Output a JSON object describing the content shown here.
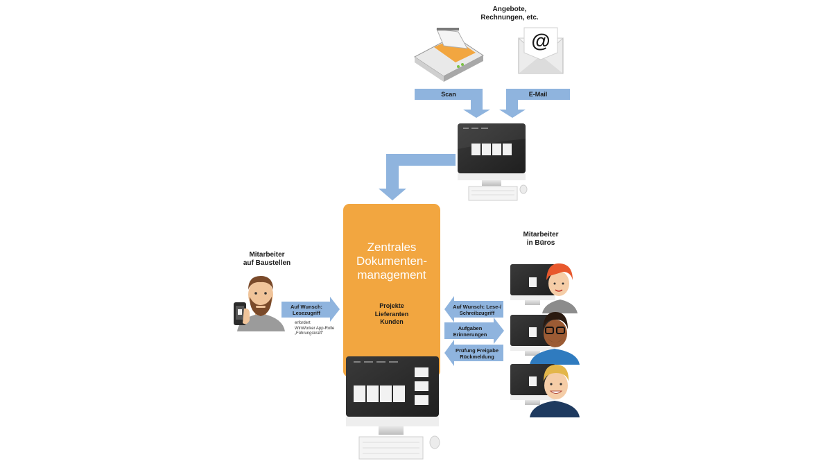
{
  "sources": {
    "heading": "Angebote,\nRechnungen, etc.",
    "scan_label": "Scan",
    "email_label": "E-Mail",
    "email_symbol": "@"
  },
  "central": {
    "title": "Zentrales\nDokumenten-\nmanagement",
    "items": "Projekte\nLieferanten\nKunden",
    "color": "#f2a640"
  },
  "site_worker": {
    "heading": "Mitarbeiter\nauf Baustellen",
    "arrow_label": "Auf Wunsch:\nLesezugriff",
    "note": "erfordert\nWinWorker App-Rolle\n„Führungskraft“"
  },
  "office_workers": {
    "heading": "Mitarbeiter\nin Büros",
    "arrow_1": "Auf Wunsch: Lese-/\nSchreibzugriff",
    "arrow_2": "Aufgaben\nErinnerungen",
    "arrow_3": "Prüfung Freigabe\nRückmeldung"
  },
  "colors": {
    "arrow": "#8fb4de",
    "monitor_dark": "#2b2b2b",
    "orange": "#f2a640"
  }
}
